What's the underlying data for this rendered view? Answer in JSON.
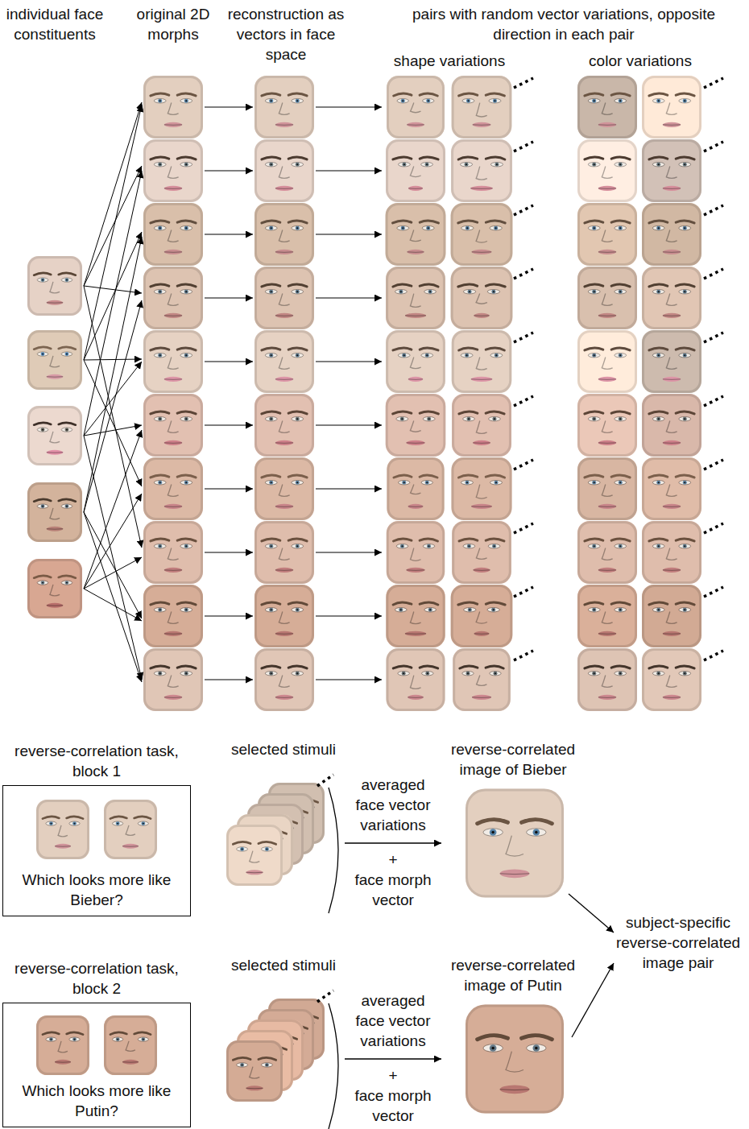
{
  "diagram": {
    "nodes": [
      {
        "text": [
          "reverse-correlation task, block 1",
          "Which looks more like Bieber?"
        ]
      },
      {
        "text": [
          "reverse-correlation task, block 2",
          "Which looks more like Putin?"
        ]
      }
    ],
    "labels": [
      "individual face constituents",
      "original 2D morphs",
      "reconstruction as vectors in face space",
      "pairs with random vector variations, opposite direction in each pair",
      "shape variations",
      "color variations",
      "selected stimuli",
      "averaged face vector variations",
      "+",
      "face morph vector",
      "reverse-correlated image of Bieber",
      "subject-specific reverse-correlated image pair",
      "selected stimuli",
      "averaged face vector variations",
      "+",
      "face morph vector",
      "reverse-correlated image of Putin"
    ]
  }
}
